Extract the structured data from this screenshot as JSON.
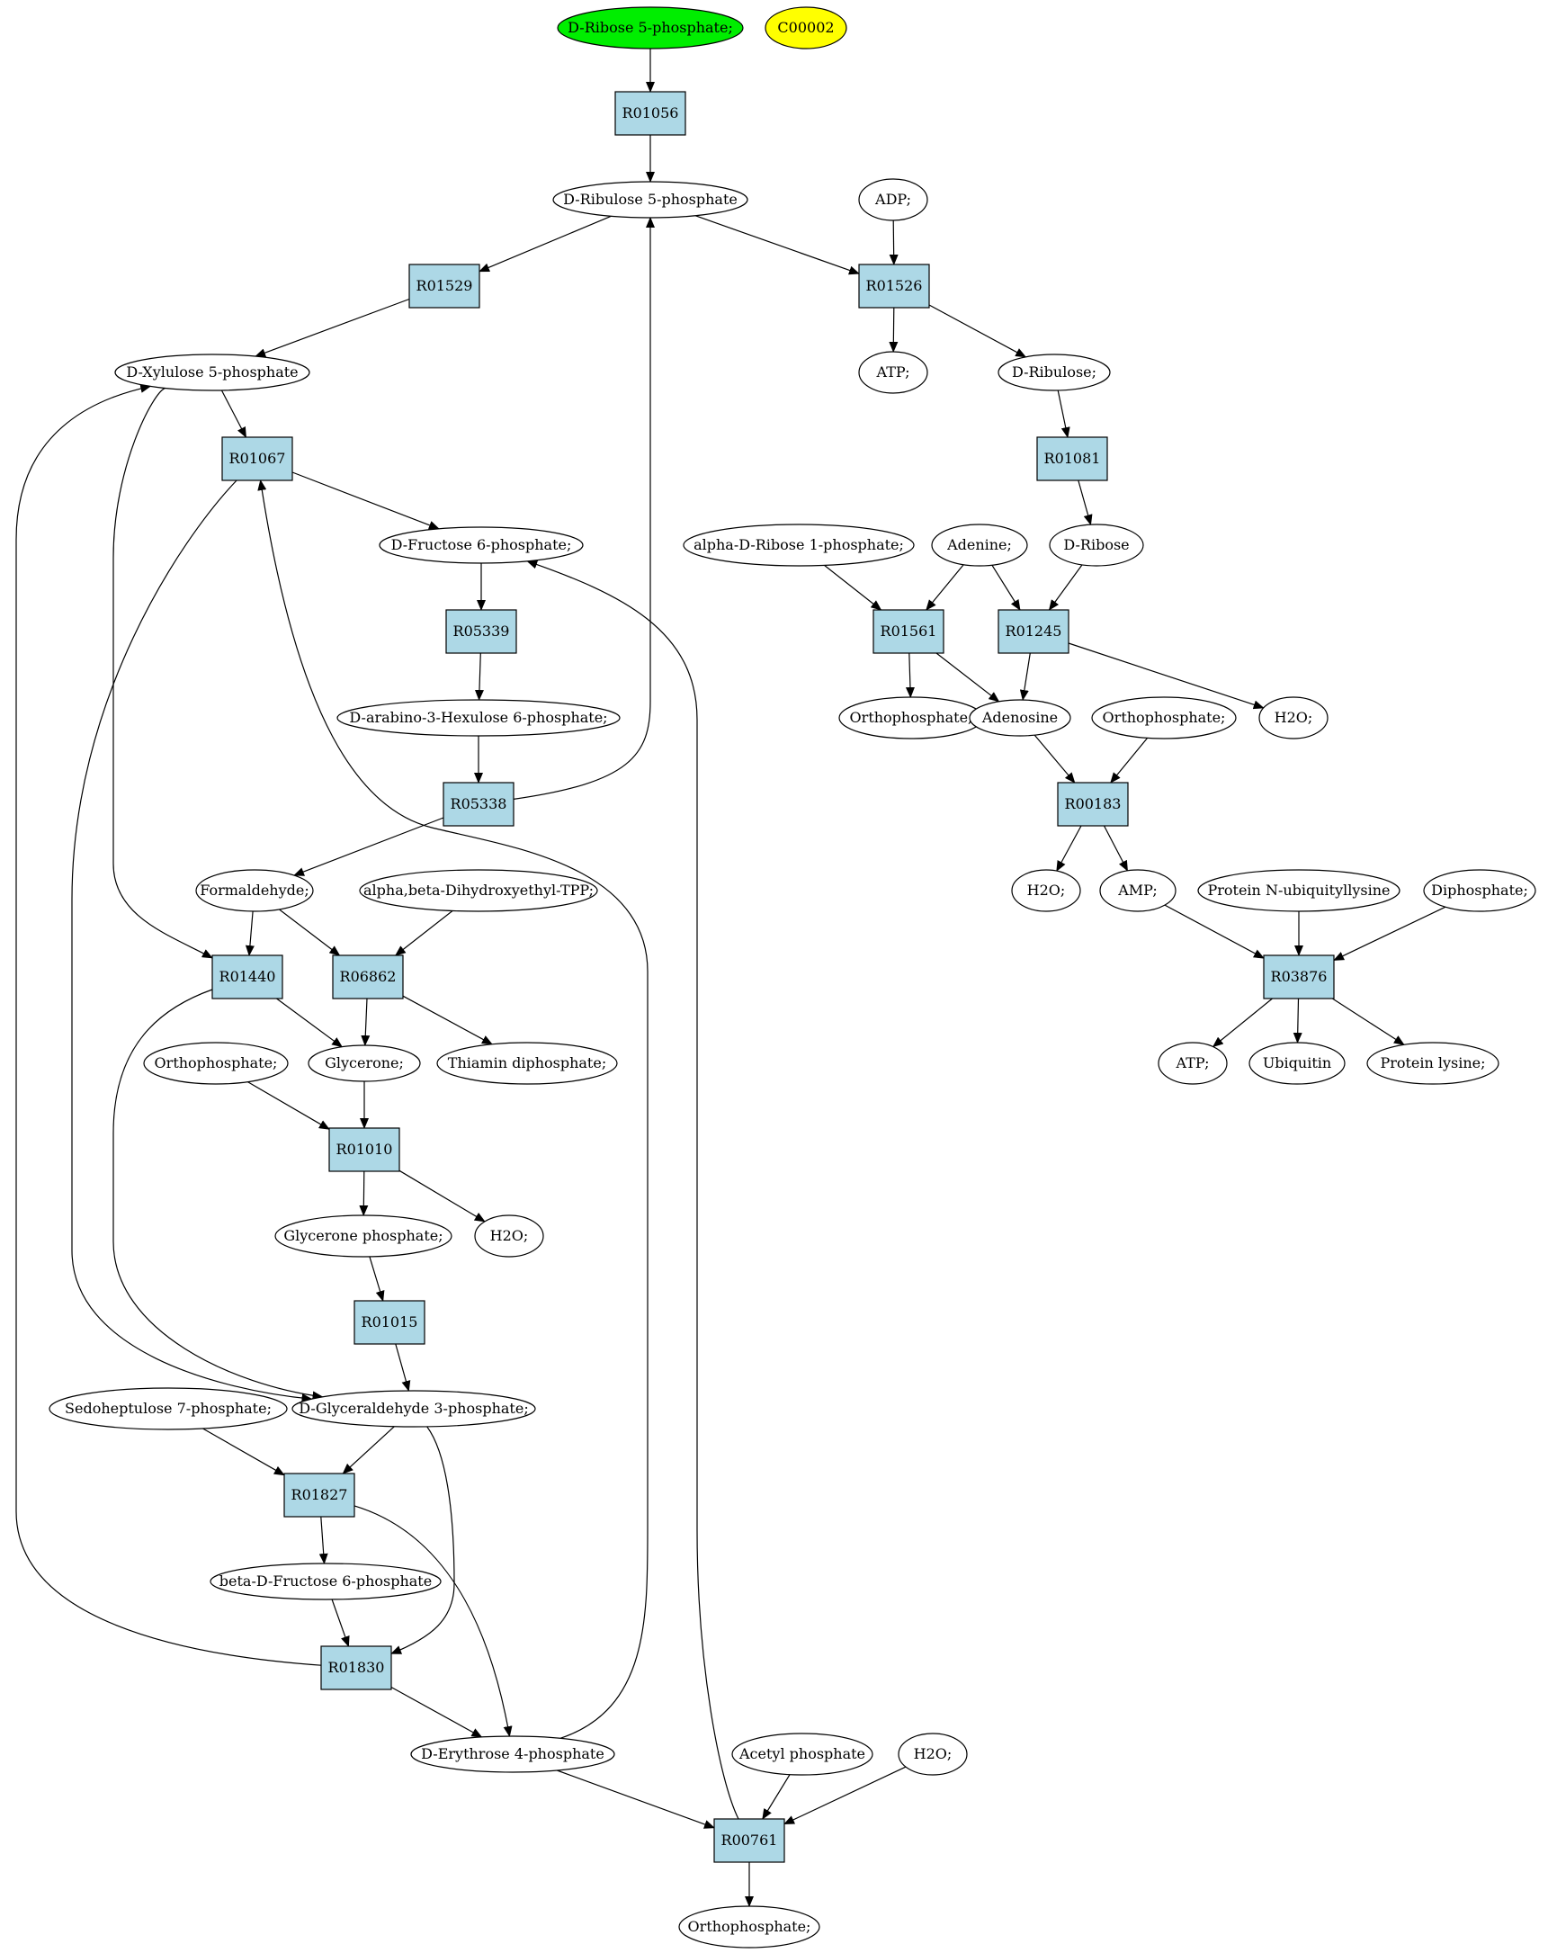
{
  "colors": {
    "reaction_fill": "#add8e6",
    "compound_fill": "#ffffff",
    "start_fill": "#00ee00",
    "highlight_fill": "#ffff00",
    "stroke": "#000000"
  },
  "nodes": [
    {
      "id": "c_ribose5p",
      "label": "D-Ribose 5-phosphate;",
      "kind": "compound",
      "fill": "start"
    },
    {
      "id": "c_c00002",
      "label": "C00002",
      "kind": "compound",
      "fill": "highlight"
    },
    {
      "id": "r_R01056",
      "label": "R01056",
      "kind": "reaction"
    },
    {
      "id": "c_ribulose5p",
      "label": "D-Ribulose 5-phosphate",
      "kind": "compound"
    },
    {
      "id": "c_adp",
      "label": "ADP;",
      "kind": "compound"
    },
    {
      "id": "r_R01529",
      "label": "R01529",
      "kind": "reaction"
    },
    {
      "id": "r_R01526",
      "label": "R01526",
      "kind": "reaction"
    },
    {
      "id": "c_xylulose5p",
      "label": "D-Xylulose 5-phosphate",
      "kind": "compound"
    },
    {
      "id": "c_atp1",
      "label": "ATP;",
      "kind": "compound"
    },
    {
      "id": "c_ribulose",
      "label": "D-Ribulose;",
      "kind": "compound"
    },
    {
      "id": "r_R01067",
      "label": "R01067",
      "kind": "reaction"
    },
    {
      "id": "r_R01081",
      "label": "R01081",
      "kind": "reaction"
    },
    {
      "id": "c_fructose6p",
      "label": "D-Fructose 6-phosphate;",
      "kind": "compound"
    },
    {
      "id": "c_aribose1p",
      "label": "alpha-D-Ribose 1-phosphate;",
      "kind": "compound"
    },
    {
      "id": "c_adenine",
      "label": "Adenine;",
      "kind": "compound"
    },
    {
      "id": "c_dribose",
      "label": "D-Ribose",
      "kind": "compound"
    },
    {
      "id": "r_R05339",
      "label": "R05339",
      "kind": "reaction"
    },
    {
      "id": "r_R01561",
      "label": "R01561",
      "kind": "reaction"
    },
    {
      "id": "r_R01245",
      "label": "R01245",
      "kind": "reaction"
    },
    {
      "id": "c_hexulose6p",
      "label": "D-arabino-3-Hexulose 6-phosphate;",
      "kind": "compound"
    },
    {
      "id": "c_orthoP1",
      "label": "Orthophosphate;",
      "kind": "compound"
    },
    {
      "id": "c_adenosine",
      "label": "Adenosine",
      "kind": "compound"
    },
    {
      "id": "c_orthoP2",
      "label": "Orthophosphate;",
      "kind": "compound"
    },
    {
      "id": "c_h2o1",
      "label": "H2O;",
      "kind": "compound"
    },
    {
      "id": "r_R05338",
      "label": "R05338",
      "kind": "reaction"
    },
    {
      "id": "r_R00183",
      "label": "R00183",
      "kind": "reaction"
    },
    {
      "id": "c_formaldehyde",
      "label": "Formaldehyde;",
      "kind": "compound"
    },
    {
      "id": "c_dihydroxyethyltpp",
      "label": "alpha,beta-Dihydroxyethyl-TPP;",
      "kind": "compound"
    },
    {
      "id": "c_h2o2",
      "label": "H2O;",
      "kind": "compound"
    },
    {
      "id": "c_amp",
      "label": "AMP;",
      "kind": "compound"
    },
    {
      "id": "c_protubq",
      "label": "Protein N-ubiquityllysine",
      "kind": "compound"
    },
    {
      "id": "c_diphosphate",
      "label": "Diphosphate;",
      "kind": "compound"
    },
    {
      "id": "r_R01440",
      "label": "R01440",
      "kind": "reaction"
    },
    {
      "id": "r_R06862",
      "label": "R06862",
      "kind": "reaction"
    },
    {
      "id": "r_R03876",
      "label": "R03876",
      "kind": "reaction"
    },
    {
      "id": "c_orthoP3",
      "label": "Orthophosphate;",
      "kind": "compound"
    },
    {
      "id": "c_glycerone",
      "label": "Glycerone;",
      "kind": "compound"
    },
    {
      "id": "c_thiamindp",
      "label": "Thiamin diphosphate;",
      "kind": "compound"
    },
    {
      "id": "c_atp2",
      "label": "ATP;",
      "kind": "compound"
    },
    {
      "id": "c_ubiquitin",
      "label": "Ubiquitin",
      "kind": "compound"
    },
    {
      "id": "c_proteinlysine",
      "label": "Protein lysine;",
      "kind": "compound"
    },
    {
      "id": "r_R01010",
      "label": "R01010",
      "kind": "reaction"
    },
    {
      "id": "c_glyceroneP",
      "label": "Glycerone phosphate;",
      "kind": "compound"
    },
    {
      "id": "c_h2o3",
      "label": "H2O;",
      "kind": "compound"
    },
    {
      "id": "r_R01015",
      "label": "R01015",
      "kind": "reaction"
    },
    {
      "id": "c_sedoheptulose7p",
      "label": "Sedoheptulose 7-phosphate;",
      "kind": "compound"
    },
    {
      "id": "c_glyceraldehyde3p",
      "label": "D-Glyceraldehyde 3-phosphate;",
      "kind": "compound"
    },
    {
      "id": "r_R01827",
      "label": "R01827",
      "kind": "reaction"
    },
    {
      "id": "c_bfructose6p",
      "label": "beta-D-Fructose 6-phosphate",
      "kind": "compound"
    },
    {
      "id": "r_R01830",
      "label": "R01830",
      "kind": "reaction"
    },
    {
      "id": "c_erythrose4p",
      "label": "D-Erythrose 4-phosphate",
      "kind": "compound"
    },
    {
      "id": "c_acetylP",
      "label": "Acetyl phosphate",
      "kind": "compound"
    },
    {
      "id": "c_h2o4",
      "label": "H2O;",
      "kind": "compound"
    },
    {
      "id": "r_R00761",
      "label": "R00761",
      "kind": "reaction"
    },
    {
      "id": "c_orthoP4",
      "label": "Orthophosphate;",
      "kind": "compound"
    }
  ],
  "edges": [
    [
      "c_ribose5p",
      "r_R01056"
    ],
    [
      "r_R01056",
      "c_ribulose5p"
    ],
    [
      "c_ribulose5p",
      "r_R01529"
    ],
    [
      "c_ribulose5p",
      "r_R01526"
    ],
    [
      "c_adp",
      "r_R01526"
    ],
    [
      "r_R01529",
      "c_xylulose5p"
    ],
    [
      "r_R01526",
      "c_atp1"
    ],
    [
      "r_R01526",
      "c_ribulose"
    ],
    [
      "c_xylulose5p",
      "r_R01067"
    ],
    [
      "c_xylulose5p",
      "r_R01440"
    ],
    [
      "c_ribulose",
      "r_R01081"
    ],
    [
      "r_R01067",
      "c_fructose6p"
    ],
    [
      "r_R01067",
      "c_glyceraldehyde3p"
    ],
    [
      "r_R01081",
      "c_dribose"
    ],
    [
      "c_fructose6p",
      "r_R05339"
    ],
    [
      "r_R05339",
      "c_hexulose6p"
    ],
    [
      "c_hexulose6p",
      "r_R05338"
    ],
    [
      "r_R05338",
      "c_ribulose5p"
    ],
    [
      "r_R05338",
      "c_formaldehyde"
    ],
    [
      "c_aribose1p",
      "r_R01561"
    ],
    [
      "c_adenine",
      "r_R01561"
    ],
    [
      "c_adenine",
      "r_R01245"
    ],
    [
      "c_dribose",
      "r_R01245"
    ],
    [
      "r_R01561",
      "c_orthoP1"
    ],
    [
      "r_R01561",
      "c_adenosine"
    ],
    [
      "r_R01245",
      "c_adenosine"
    ],
    [
      "r_R01245",
      "c_h2o1"
    ],
    [
      "c_adenosine",
      "r_R00183"
    ],
    [
      "c_orthoP2",
      "r_R00183"
    ],
    [
      "r_R00183",
      "c_h2o2"
    ],
    [
      "r_R00183",
      "c_amp"
    ],
    [
      "c_amp",
      "r_R03876"
    ],
    [
      "c_protubq",
      "r_R03876"
    ],
    [
      "c_diphosphate",
      "r_R03876"
    ],
    [
      "r_R03876",
      "c_atp2"
    ],
    [
      "r_R03876",
      "c_ubiquitin"
    ],
    [
      "r_R03876",
      "c_proteinlysine"
    ],
    [
      "c_formaldehyde",
      "r_R01440"
    ],
    [
      "c_formaldehyde",
      "r_R06862"
    ],
    [
      "c_dihydroxyethyltpp",
      "r_R06862"
    ],
    [
      "r_R01440",
      "c_glycerone"
    ],
    [
      "r_R01440",
      "c_glyceraldehyde3p"
    ],
    [
      "r_R06862",
      "c_glycerone"
    ],
    [
      "r_R06862",
      "c_thiamindp"
    ],
    [
      "c_orthoP3",
      "r_R01010"
    ],
    [
      "c_glycerone",
      "r_R01010"
    ],
    [
      "r_R01010",
      "c_glyceroneP"
    ],
    [
      "r_R01010",
      "c_h2o3"
    ],
    [
      "c_glyceroneP",
      "r_R01015"
    ],
    [
      "r_R01015",
      "c_glyceraldehyde3p"
    ],
    [
      "c_sedoheptulose7p",
      "r_R01827"
    ],
    [
      "c_glyceraldehyde3p",
      "r_R01827"
    ],
    [
      "c_glyceraldehyde3p",
      "r_R01830"
    ],
    [
      "r_R01827",
      "c_bfructose6p"
    ],
    [
      "r_R01827",
      "c_erythrose4p"
    ],
    [
      "c_bfructose6p",
      "r_R01830"
    ],
    [
      "r_R01830",
      "c_xylulose5p"
    ],
    [
      "r_R01830",
      "c_erythrose4p"
    ],
    [
      "c_erythrose4p",
      "r_R01067"
    ],
    [
      "c_erythrose4p",
      "r_R00761"
    ],
    [
      "c_acetylP",
      "r_R00761"
    ],
    [
      "c_h2o4",
      "r_R00761"
    ],
    [
      "r_R00761",
      "c_fructose6p"
    ],
    [
      "r_R00761",
      "c_orthoP4"
    ]
  ]
}
